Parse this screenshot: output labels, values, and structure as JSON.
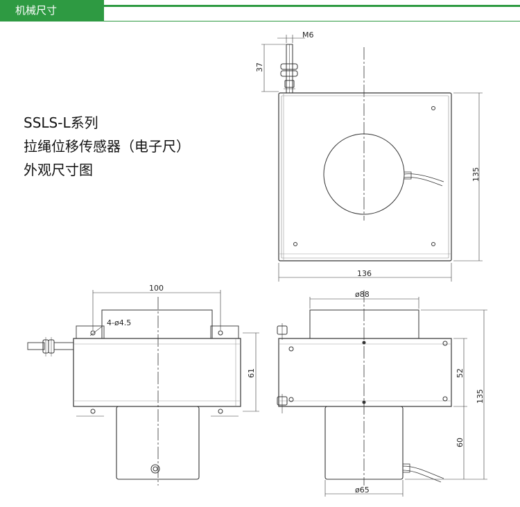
{
  "header": {
    "tab_label": "机械尺寸"
  },
  "caption": {
    "line1": "SSLS-L系列",
    "line2": "拉绳位移传感器（电子尺）",
    "line3": "外观尺寸图"
  },
  "dimensions": {
    "top_view": {
      "thread": "M6",
      "height_hook": "37",
      "height": "135",
      "width": "136"
    },
    "front_view": {
      "width": "100",
      "holes": "4-ø4.5",
      "height": "61"
    },
    "side_view": {
      "diam_top": "ø88",
      "height_body": "52",
      "height_total": "135",
      "height_lower": "60",
      "diam_bottom": "ø65"
    }
  }
}
